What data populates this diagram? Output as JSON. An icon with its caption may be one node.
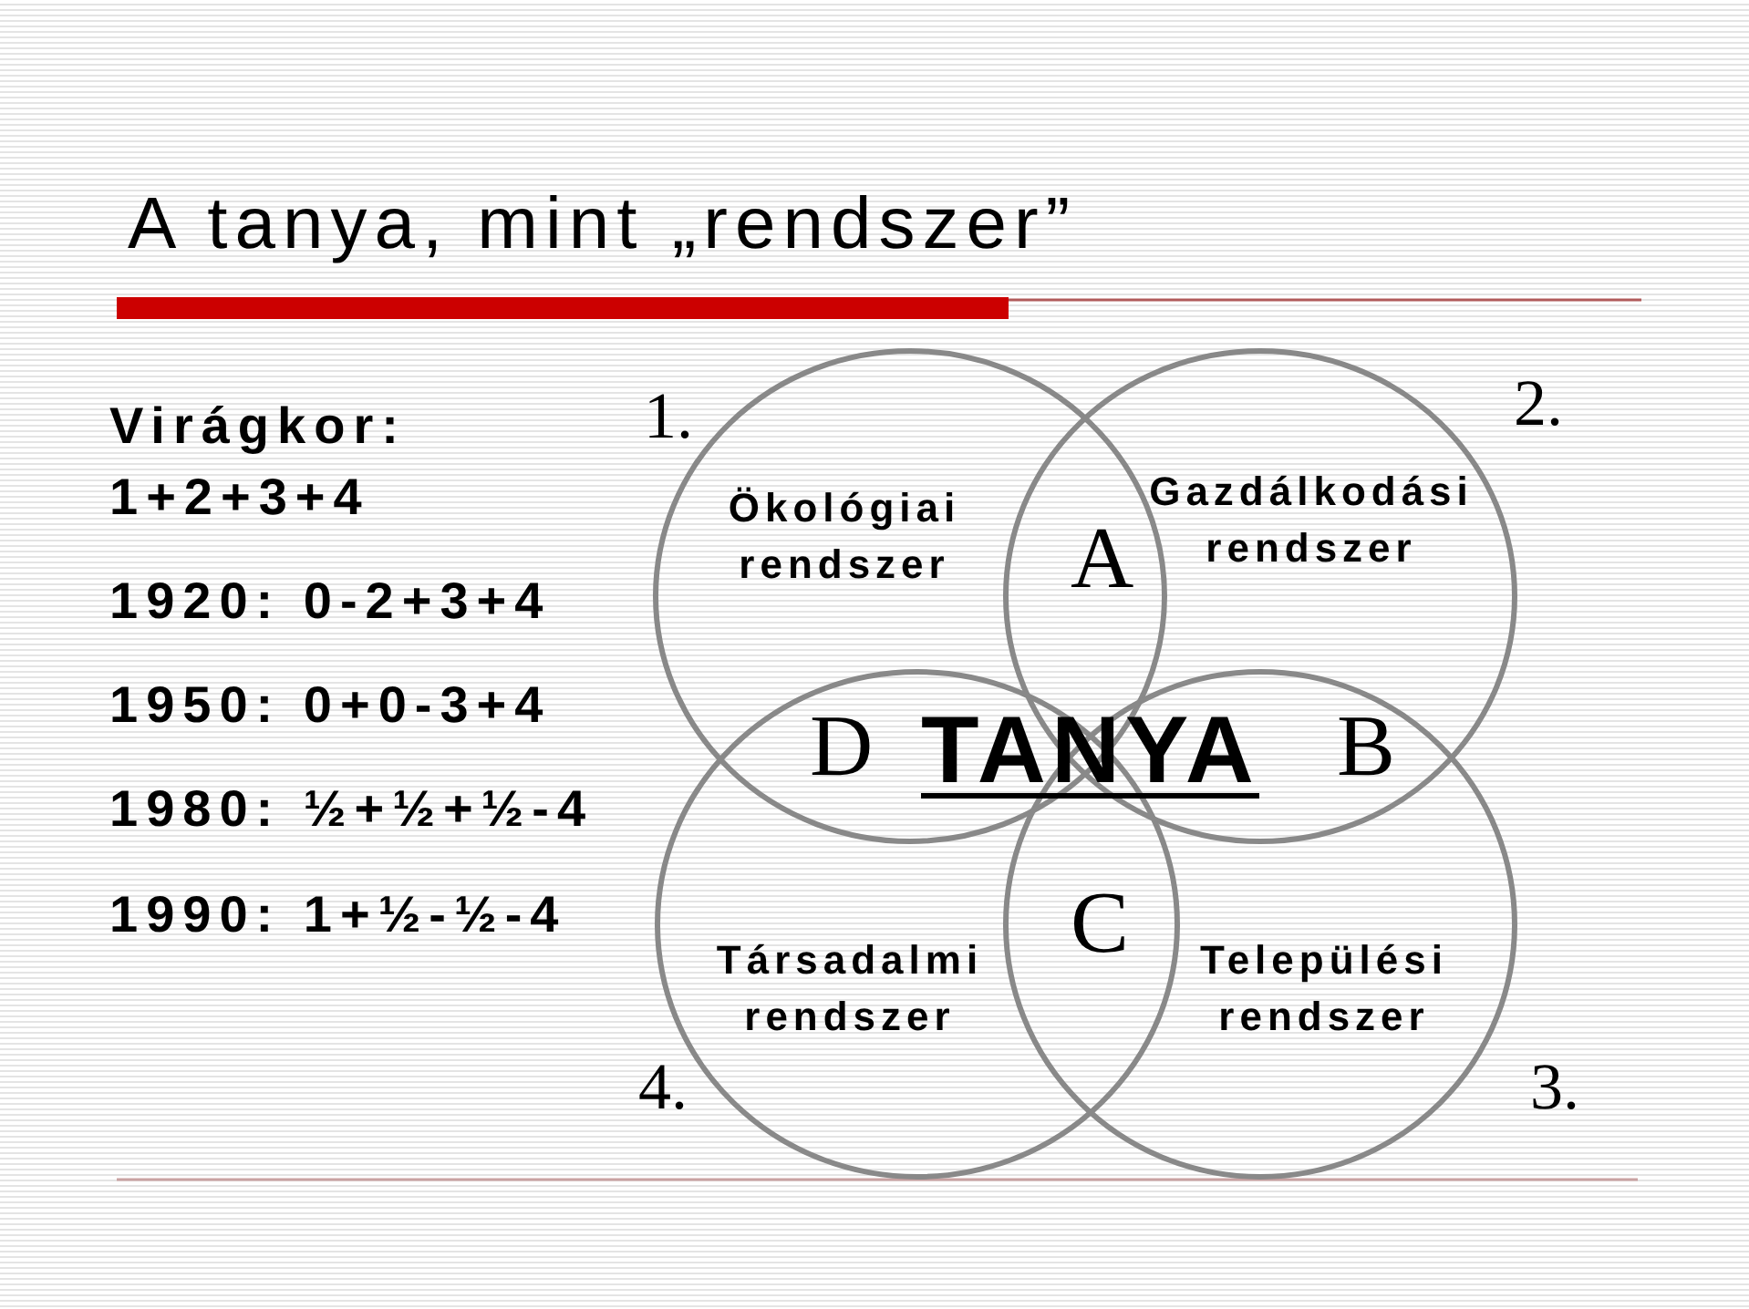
{
  "diagram": {
    "title": "A tanya, mint „rendszer”",
    "nodes": [
      {
        "text": [
          "Ökológiai rendszer"
        ],
        "beside": [
          "1."
        ]
      },
      {
        "text": [
          "Gazdálkodási rendszer"
        ],
        "beside": [
          "2."
        ]
      },
      {
        "text": [
          "Társadalmi rendszer"
        ],
        "beside": [
          "4."
        ]
      },
      {
        "text": [
          "Települési rendszer"
        ],
        "beside": [
          "3."
        ]
      }
    ],
    "labels": [
      "Virágkor: 1+2+3+4",
      "1920: 0-2+3+4",
      "1950: 0+0-3+4",
      "1980: ½+½+½-4",
      "1990: 1+½-½-4",
      "A",
      "D",
      "TANYA",
      "B",
      "C"
    ]
  }
}
